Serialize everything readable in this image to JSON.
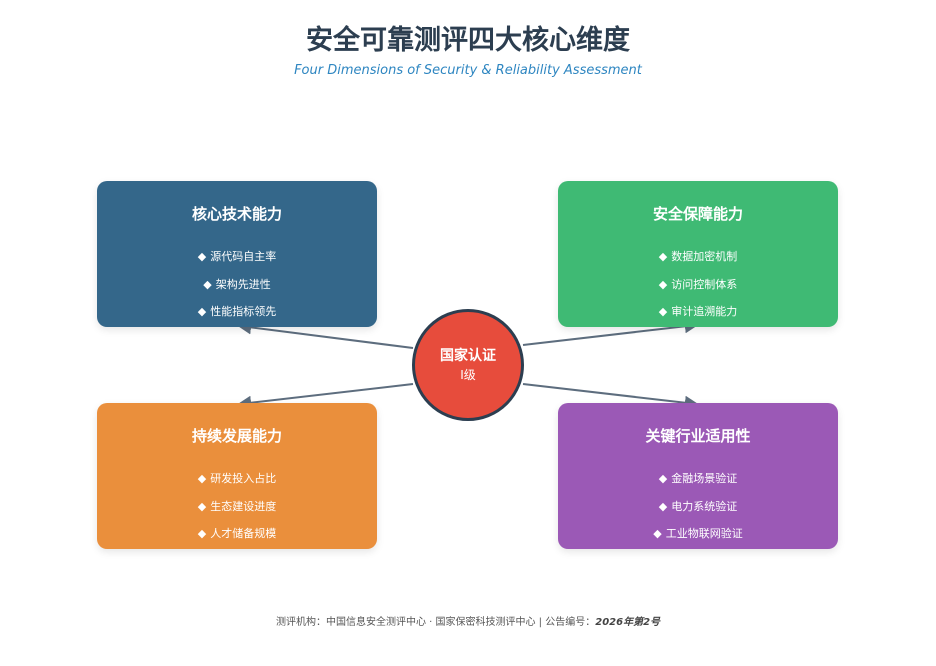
{
  "title": "安全可靠测评四大核心维度",
  "subtitle": "Four Dimensions of Security & Reliability Assessment",
  "colors": {
    "title": "#2c3e50",
    "subtitle": "#2e86c1",
    "center_fill": "#e74c3c",
    "center_border": "#2c3e50",
    "connector": "#5d6d7e"
  },
  "center": {
    "label": "国家认证",
    "level": "Ⅰ级"
  },
  "dimensions": [
    {
      "title": "核心技术能力",
      "color": "#34678a",
      "items": [
        "源代码自主率",
        "架构先进性",
        "性能指标领先"
      ]
    },
    {
      "title": "安全保障能力",
      "color": "#3fba74",
      "items": [
        "数据加密机制",
        "访问控制体系",
        "审计追溯能力"
      ]
    },
    {
      "title": "持续发展能力",
      "color": "#ea8f3c",
      "items": [
        "研发投入占比",
        "生态建设进度",
        "人才储备规模"
      ]
    },
    {
      "title": "关键行业适用性",
      "color": "#9b59b6",
      "items": [
        "金融场景验证",
        "电力系统验证",
        "工业物联网验证"
      ]
    }
  ],
  "bullet_glyph": "◆",
  "footer": {
    "text": "测评机构：中国信息安全测评中心 · 国家保密科技测评中心  |  公告编号：",
    "code": "2026年第2号"
  }
}
